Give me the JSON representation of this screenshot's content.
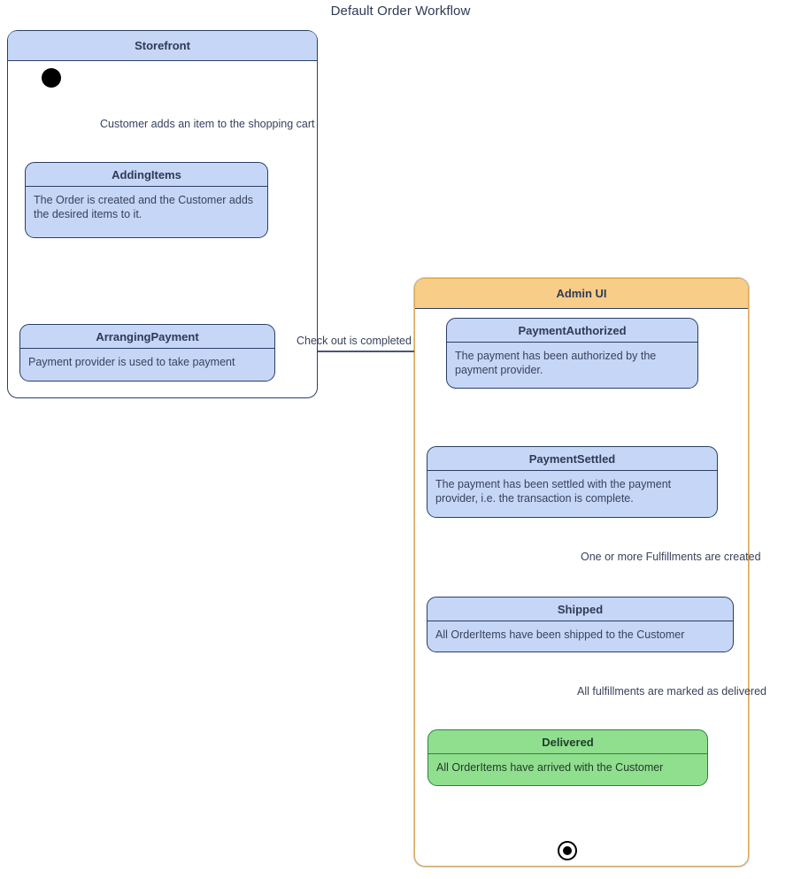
{
  "diagram": {
    "title": "Default Order Workflow",
    "type": "uml-state-machine"
  },
  "colors": {
    "state_fill": "#c5d6f7",
    "state_border": "#2c3e66",
    "final_state_fill": "#90df8e",
    "final_state_border": "#2f7d48",
    "storefront_header_fill": "#c5d6f7",
    "adminui_header_fill": "#f8cd88",
    "adminui_border": "#e3a94b",
    "edge_color": "#2c3e66",
    "text_color": "#39425c",
    "background": "#ffffff"
  },
  "containers": [
    {
      "id": "storefront",
      "label": "Storefront"
    },
    {
      "id": "adminui",
      "label": "Admin UI"
    }
  ],
  "states": [
    {
      "id": "adding-items",
      "name": "AddingItems",
      "description": "The Order is created and the Customer adds the desired items to it.",
      "container": "storefront",
      "highlight": false
    },
    {
      "id": "arranging-payment",
      "name": "ArrangingPayment",
      "description": "Payment provider is used to take payment",
      "container": "storefront",
      "highlight": false
    },
    {
      "id": "payment-authorized",
      "name": "PaymentAuthorized",
      "description": "The payment has been authorized by the payment provider.",
      "container": "adminui",
      "highlight": false
    },
    {
      "id": "payment-settled",
      "name": "PaymentSettled",
      "description": "The payment has been settled with the payment provider, i.e. the transaction is complete.",
      "container": "adminui",
      "highlight": false
    },
    {
      "id": "shipped",
      "name": "Shipped",
      "description": "All OrderItems have been shipped to the Customer",
      "container": "adminui",
      "highlight": false
    },
    {
      "id": "delivered",
      "name": "Delivered",
      "description": "All OrderItems have arrived with the Customer",
      "container": "adminui",
      "highlight": true
    }
  ],
  "pseudo_states": [
    {
      "id": "initial",
      "kind": "initial",
      "container": "storefront"
    },
    {
      "id": "final",
      "kind": "final",
      "container": "adminui"
    }
  ],
  "transitions": [
    {
      "id": "t1",
      "from": "initial",
      "to": "adding-items",
      "label": "Customer adds an item to the shopping cart"
    },
    {
      "id": "t2",
      "from": "adding-items",
      "to": "arranging-payment",
      "label": ""
    },
    {
      "id": "t3",
      "from": "arranging-payment",
      "to": "payment-authorized",
      "label": "Check out is completed"
    },
    {
      "id": "t4",
      "from": "payment-authorized",
      "to": "payment-settled",
      "label": ""
    },
    {
      "id": "t5",
      "from": "payment-settled",
      "to": "shipped",
      "label": "One or more Fulfillments are created"
    },
    {
      "id": "t6",
      "from": "shipped",
      "to": "delivered",
      "label": "All fulfillments are marked as delivered"
    },
    {
      "id": "t7",
      "from": "delivered",
      "to": "final",
      "label": ""
    }
  ]
}
